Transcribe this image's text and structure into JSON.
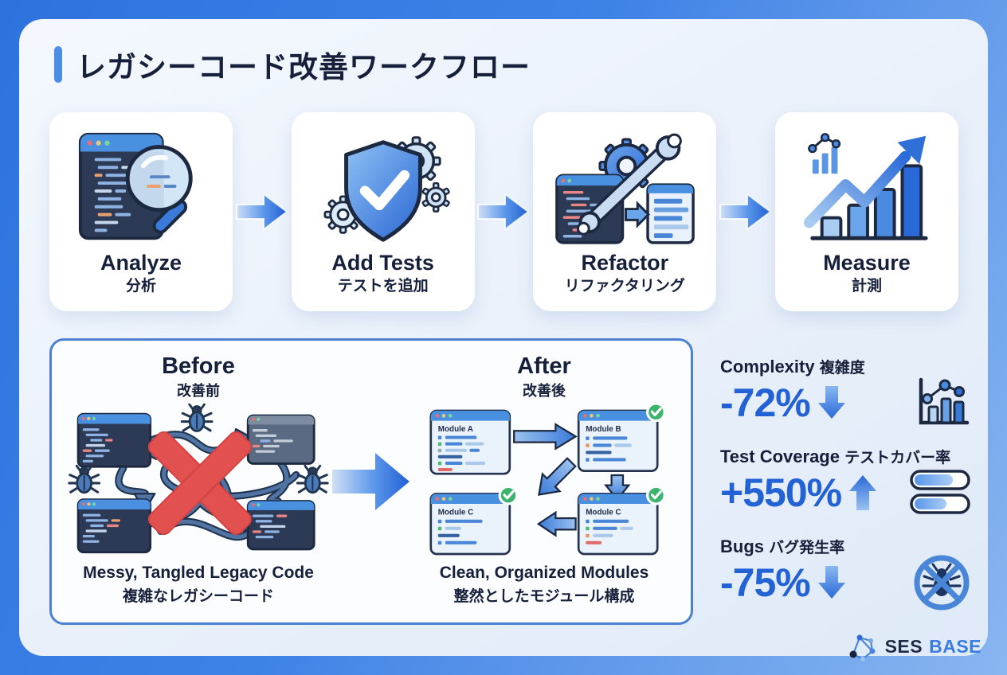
{
  "colors": {
    "outer_bg_start": "#2e72de",
    "outer_bg_end": "#8ab6f0",
    "panel_bg": "#eef3fb",
    "card_bg": "#ffffff",
    "accent_blue": "#4a8ee8",
    "heading_text": "#16203a",
    "stat_value_blue": "#2262d4",
    "compare_border": "#4b80d2",
    "green_check": "#3cb46e",
    "red_x": "#e35050"
  },
  "header": {
    "title": "レガシーコード改善ワークフロー"
  },
  "steps": [
    {
      "label_en": "Analyze",
      "label_ja": "分析",
      "icon": "code-window-magnifier-icon"
    },
    {
      "label_en": "Add Tests",
      "label_ja": "テストを追加",
      "icon": "shield-check-gears-icon"
    },
    {
      "label_en": "Refactor",
      "label_ja": "リファクタリング",
      "icon": "gear-wrench-code-icon"
    },
    {
      "label_en": "Measure",
      "label_ja": "計測",
      "icon": "rising-bar-chart-icon"
    }
  ],
  "comparison": {
    "before": {
      "title_en": "Before",
      "title_ja": "改善前",
      "caption_en": "Messy, Tangled Legacy Code",
      "caption_ja": "複雑なレガシーコード",
      "icon": "tangled-windows-red-x-graphic"
    },
    "after": {
      "title_en": "After",
      "title_ja": "改善後",
      "caption_en": "Clean, Organized Modules",
      "caption_ja": "整然としたモジュール構成",
      "modules": [
        "Module A",
        "Module B",
        "Module C",
        "Module C"
      ],
      "icon": "organized-modules-graphic"
    }
  },
  "stats": [
    {
      "label_en": "Complexity",
      "label_ja": "複雑度",
      "value": "-72%",
      "direction": "down",
      "icon": "bar-line-chart-icon"
    },
    {
      "label_en": "Test Coverage",
      "label_ja": "テストカバー率",
      "value": "+550%",
      "direction": "up",
      "icon": "progress-bars-icon"
    },
    {
      "label_en": "Bugs",
      "label_ja": "バグ発生率",
      "value": "-75%",
      "direction": "down",
      "icon": "no-bug-icon"
    }
  ],
  "logo": {
    "text_primary": "SES",
    "text_secondary": "BASE",
    "icon": "network-nodes-icon"
  }
}
